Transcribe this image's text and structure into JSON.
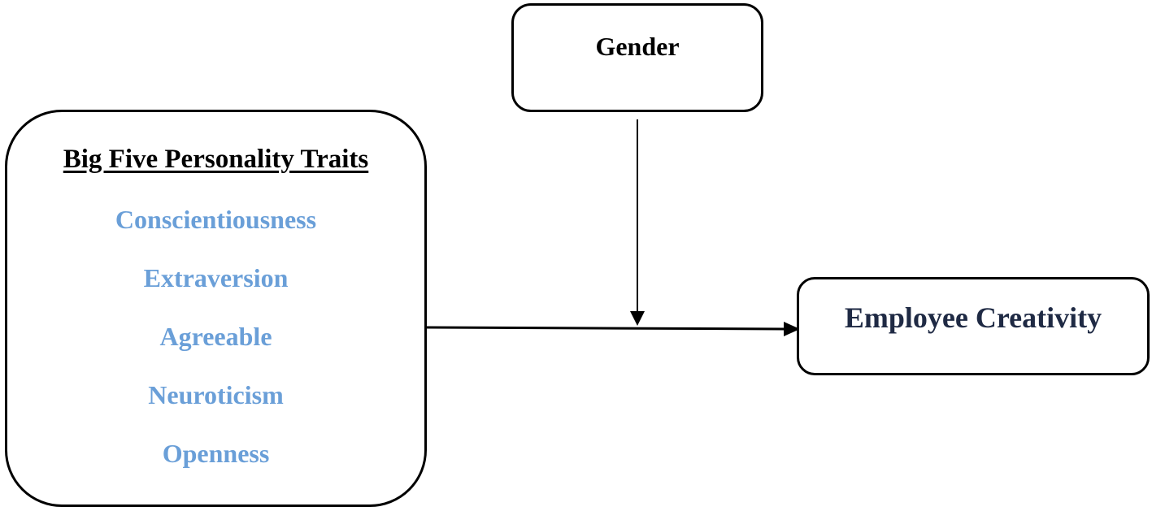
{
  "traits_box": {
    "title": "Big Five Personality Traits",
    "items": [
      {
        "label": "Conscientiousness"
      },
      {
        "label": "Extraversion"
      },
      {
        "label": "Agreeable"
      },
      {
        "label": "Neuroticism"
      },
      {
        "label": "Openness"
      }
    ],
    "item_color": "#6A9FD8"
  },
  "gender_box": {
    "label": "Gender"
  },
  "creativity_box": {
    "label": "Employee Creativity",
    "text_color": "#1F2A44"
  },
  "line_color": "#000000"
}
